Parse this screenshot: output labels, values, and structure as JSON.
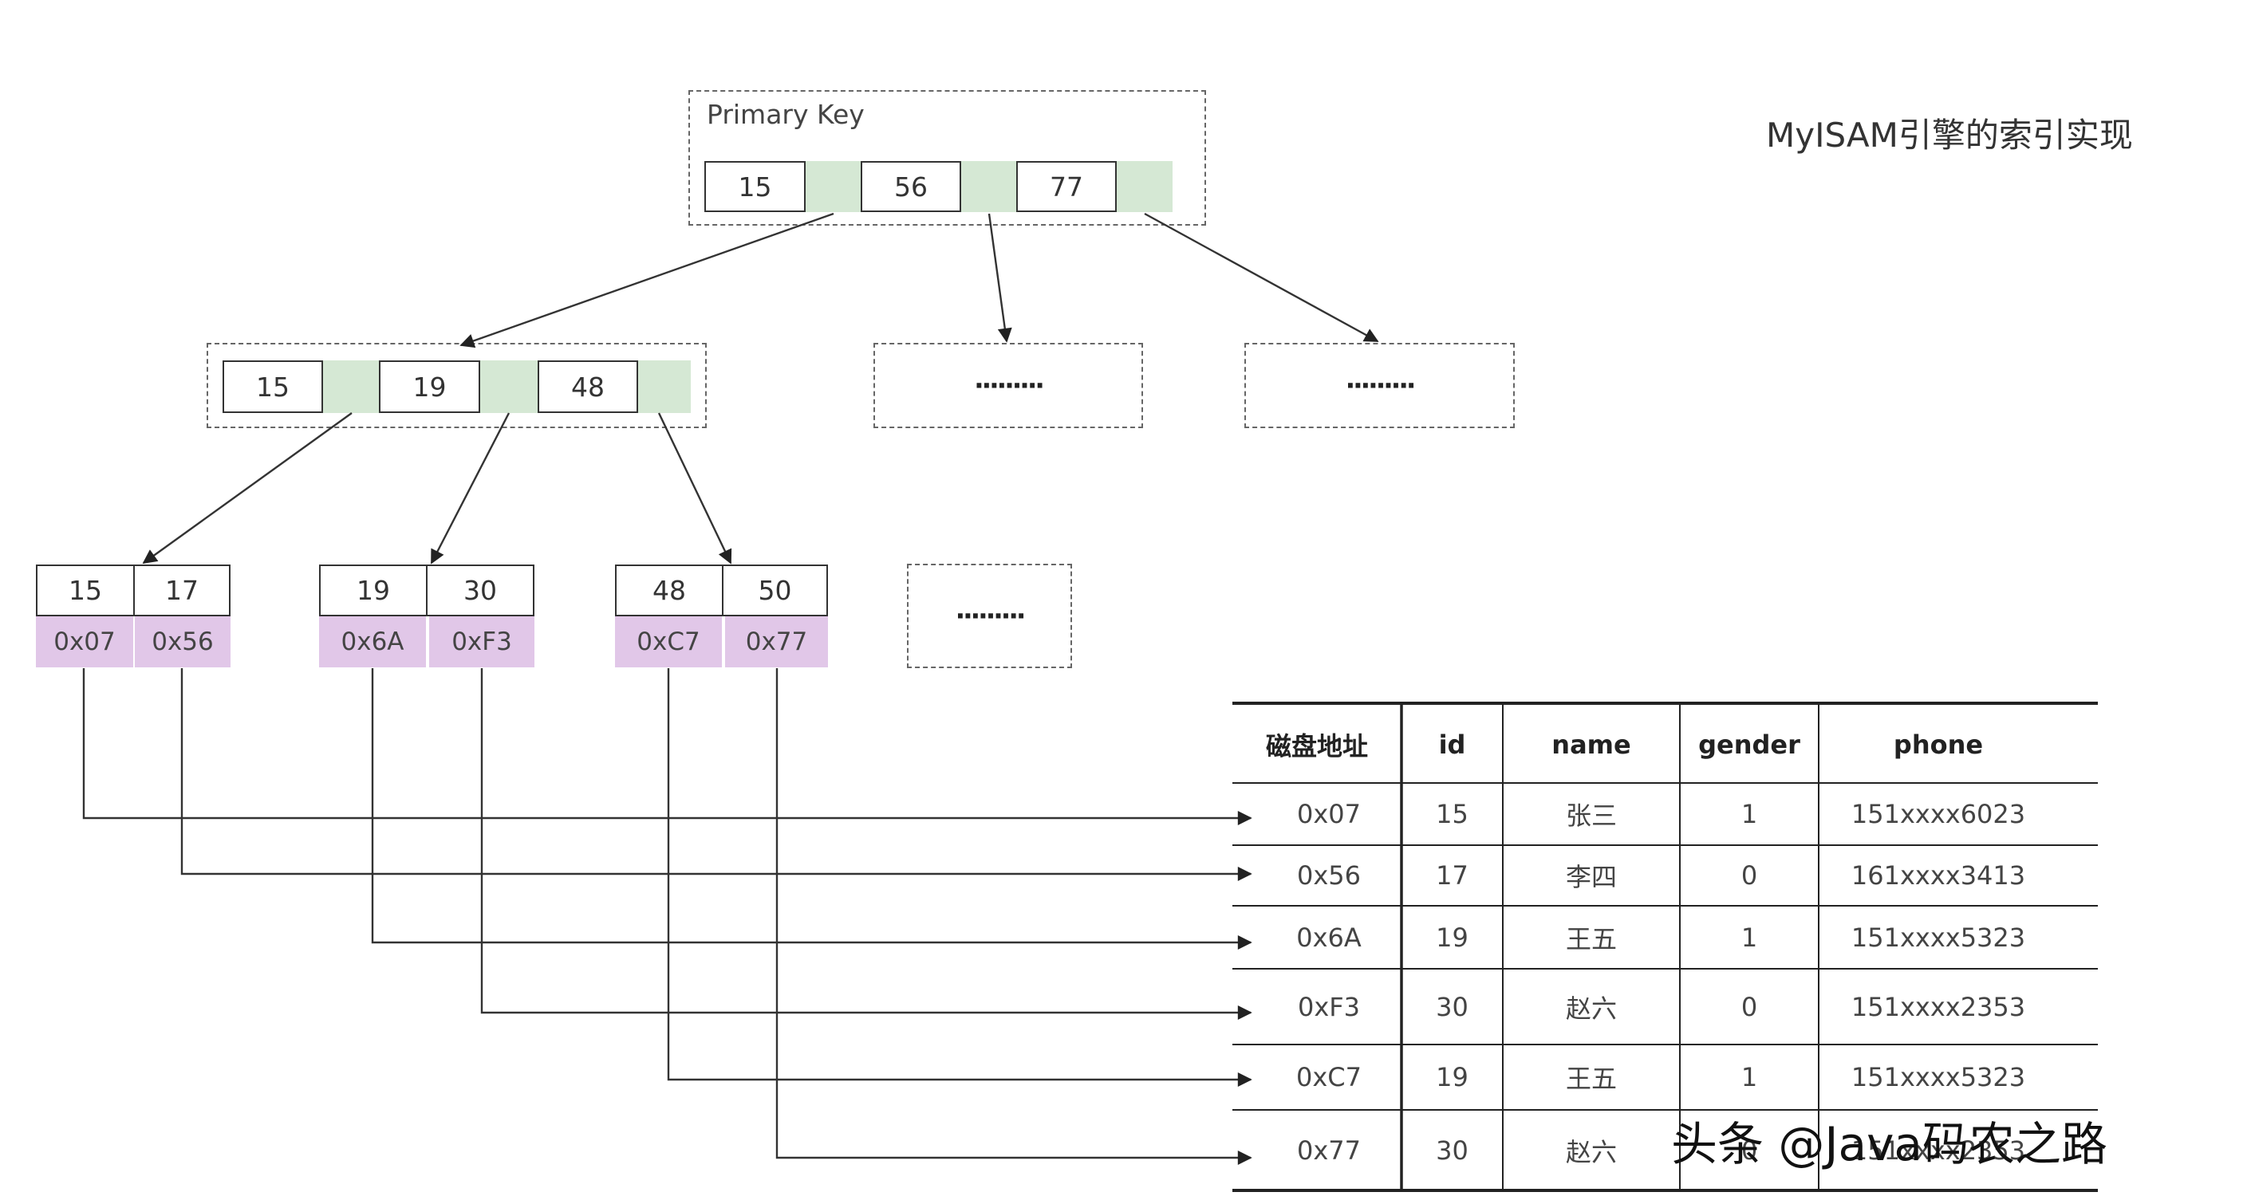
{
  "title": "MyISAM引擎的索引实现",
  "root": {
    "label": "Primary Key",
    "keys": [
      "15",
      "56",
      "77"
    ]
  },
  "level2": {
    "keys": [
      "15",
      "19",
      "48"
    ]
  },
  "ellipsis": "·········",
  "leaves": [
    {
      "keys": [
        "15",
        "17"
      ],
      "addrs": [
        "0x07",
        "0x56"
      ]
    },
    {
      "keys": [
        "19",
        "30"
      ],
      "addrs": [
        "0x6A",
        "0xF3"
      ]
    },
    {
      "keys": [
        "48",
        "50"
      ],
      "addrs": [
        "0xC7",
        "0x77"
      ]
    }
  ],
  "table": {
    "headers": [
      "磁盘地址",
      "id",
      "name",
      "gender",
      "phone"
    ],
    "rows": [
      [
        "0x07",
        "15",
        "张三",
        "1",
        "151xxxx6023"
      ],
      [
        "0x56",
        "17",
        "李四",
        "0",
        "161xxxx3413"
      ],
      [
        "0x6A",
        "19",
        "王五",
        "1",
        "151xxxx5323"
      ],
      [
        "0xF3",
        "30",
        "赵六",
        "0",
        "151xxxx2353"
      ],
      [
        "0xC7",
        "19",
        "王五",
        "1",
        "151xxxx5323"
      ],
      [
        "0x77",
        "30",
        "赵六",
        "0",
        "151xxxx2353"
      ]
    ]
  },
  "watermark": "头条 @Java码农之路"
}
